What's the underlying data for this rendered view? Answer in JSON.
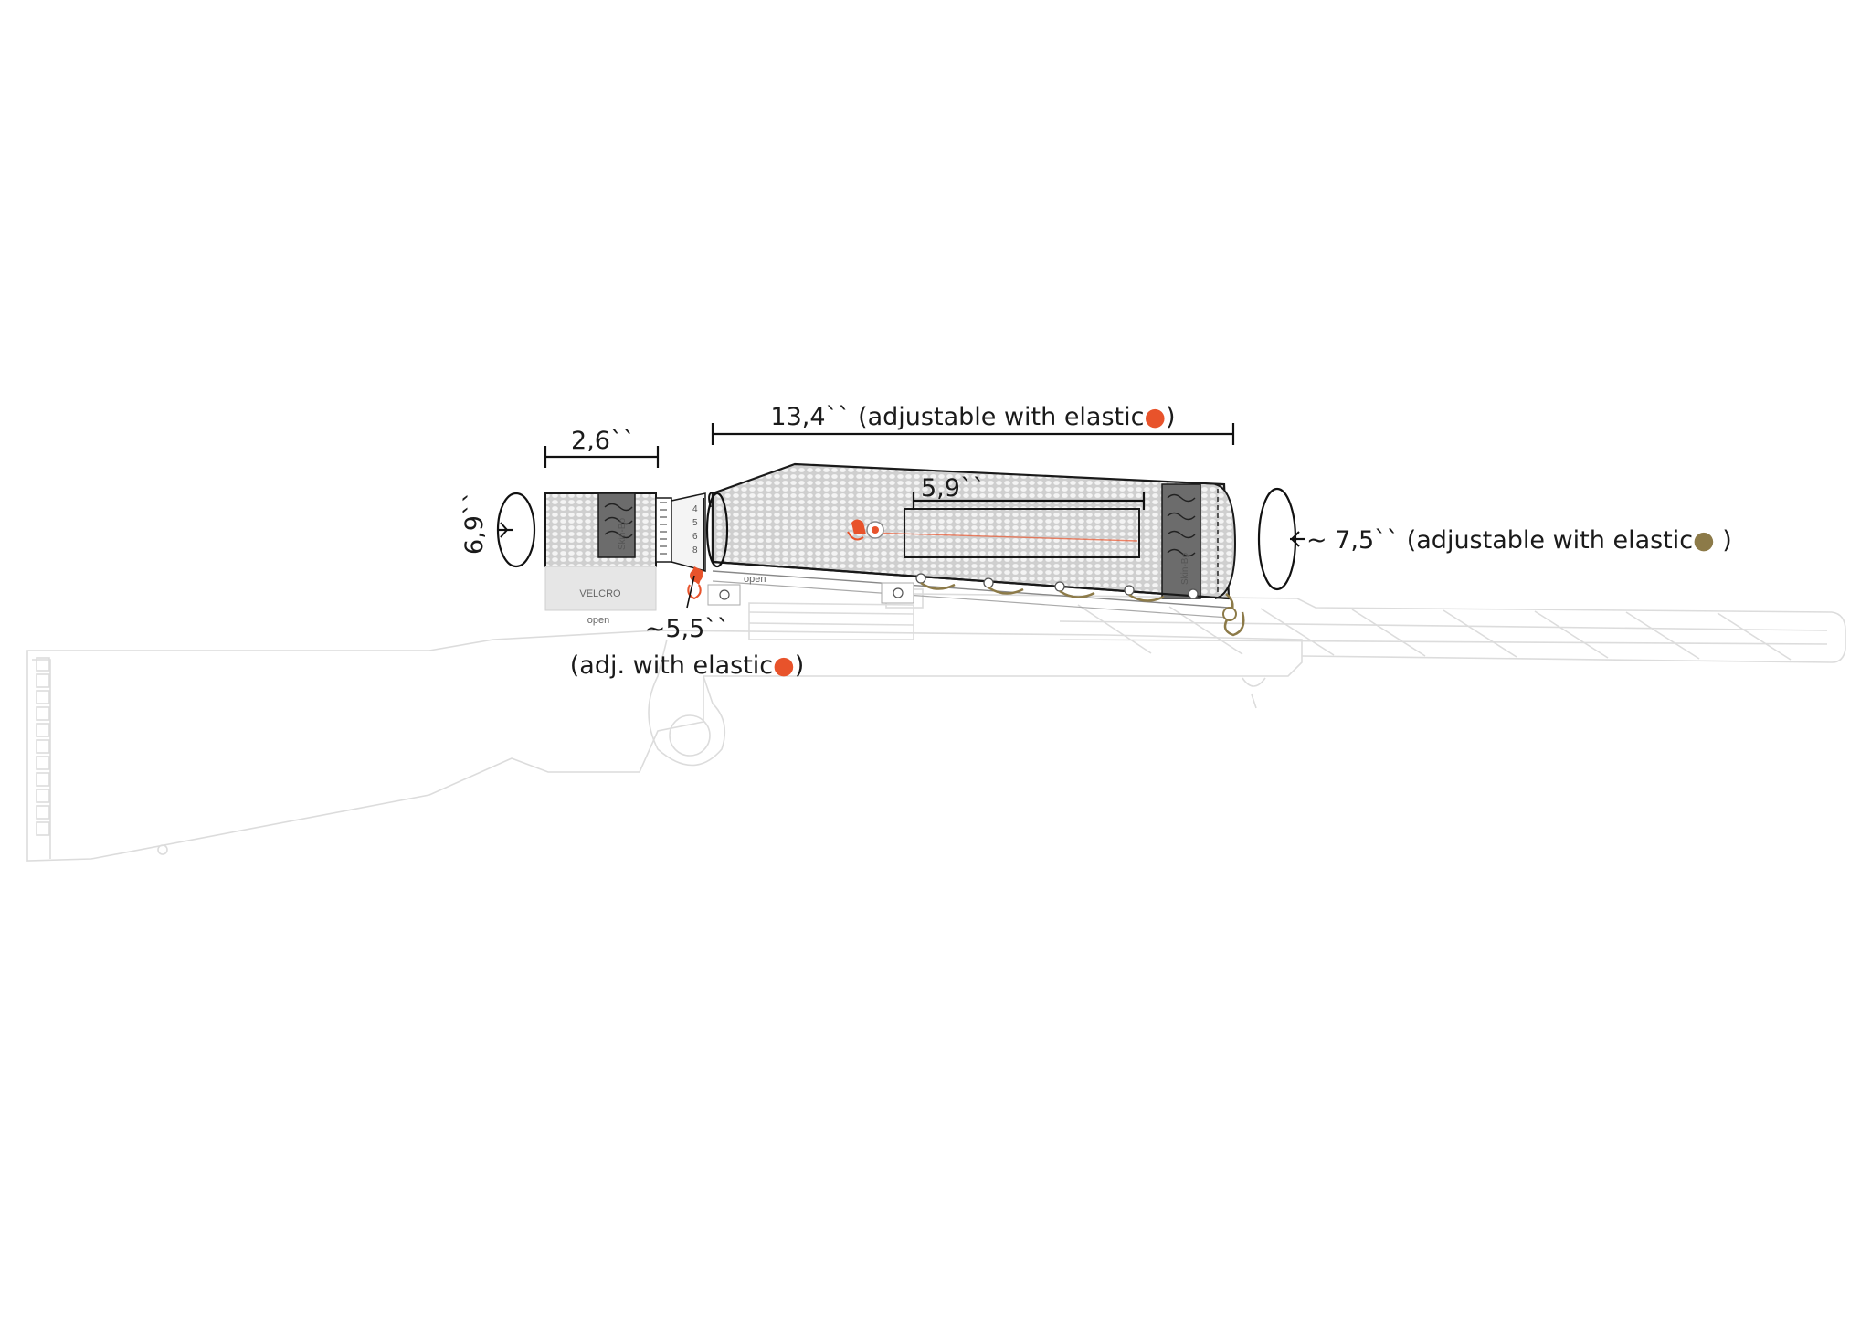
{
  "dimensions": {
    "eyepiece_length": "2,6``",
    "eyepiece_circumference": "6,9``",
    "main_length": "13,4`` (adjustable with elastic",
    "main_length_close": ")",
    "window_length": "5,9``",
    "objective_circumference": "~ 7,5`` (adjustable with elastic",
    "objective_circumference_close": " )",
    "middle_circumference": "~5,5``",
    "middle_note": "(adj. with elastic",
    "middle_note_close": ")"
  },
  "labels": {
    "velcro": "VELCRO",
    "open_eyepiece": "open",
    "open_main": "open",
    "brand_eyepiece": "Skin-Bo",
    "brand_objective": "Skin-Bo"
  },
  "colors": {
    "elastic_orange": "#e8532b",
    "elastic_olive": "#8c7a48",
    "cover_gray": "#d6d6d6",
    "patch_dark": "#666666",
    "rifle_outline": "#dcdcdc"
  },
  "icons": {
    "orange_dot": "elastic-orange-dot-icon",
    "olive_dot": "elastic-olive-dot-icon"
  }
}
